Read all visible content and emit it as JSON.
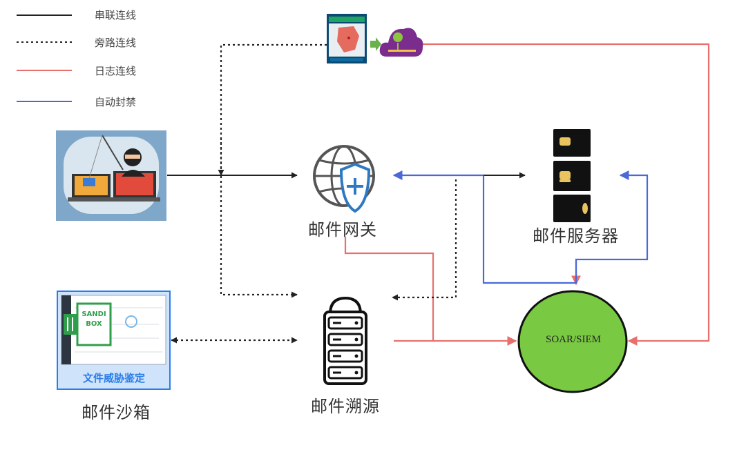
{
  "legend": [
    {
      "label": "串联连线",
      "style": "solid",
      "color": "#222222"
    },
    {
      "label": "旁路连线",
      "style": "dotted",
      "color": "#222222"
    },
    {
      "label": "日志连线",
      "style": "solid",
      "color": "#e8706c"
    },
    {
      "label": "自动封禁",
      "style": "solid",
      "color": "#4a68d8"
    }
  ],
  "nodes": {
    "mail_gateway": "邮件网关",
    "mail_server": "邮件服务器",
    "mail_trace": "邮件溯源",
    "mail_sandbox": "邮件沙箱",
    "soar_siem": "SOAR/SIEM"
  },
  "sandbox_caption": "文件威胁鉴定",
  "icons": [
    "phishing-attack-icon",
    "threat-intel-map-icon",
    "cloud-center-icon",
    "shield-globe-icon",
    "server-icon",
    "server-rack-icon",
    "sandbox-screenshot-icon"
  ],
  "colors": {
    "serial": "#222222",
    "bypass": "#222222",
    "log": "#e8706c",
    "block": "#4a68d8",
    "soar_fill": "#7ac943",
    "cloud": "#7b2d8e",
    "sandbox_border": "#2b7de9"
  }
}
